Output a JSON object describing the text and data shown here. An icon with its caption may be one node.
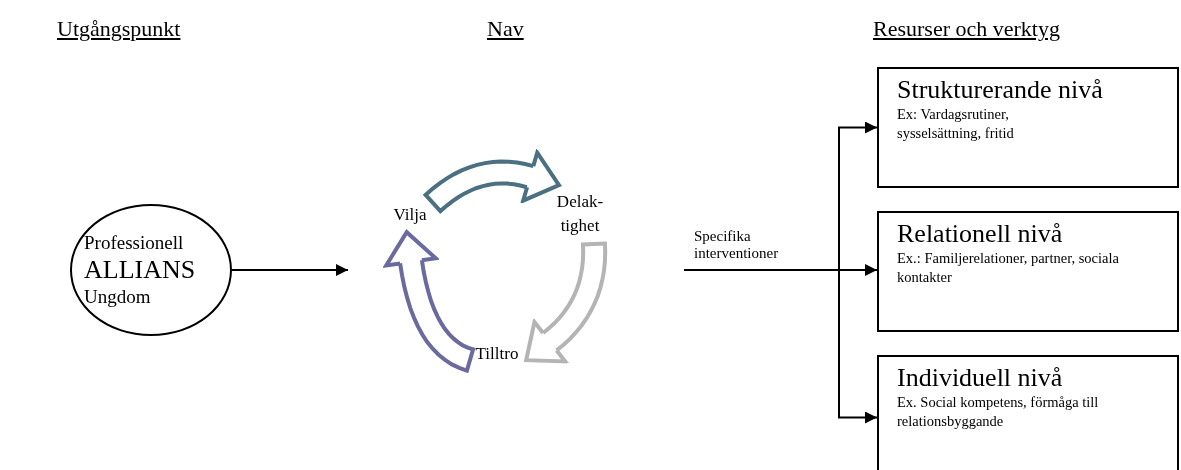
{
  "diagram": {
    "nodes": [
      {
        "text": [
          "Professionell",
          "ALLIANS",
          "Ungdom"
        ]
      },
      {
        "text": [
          "Vilja"
        ]
      },
      {
        "text": [
          "Delak- tighet"
        ]
      },
      {
        "text": [
          "Tilltro"
        ]
      },
      {
        "text": [
          "Strukturerande nivå",
          "Ex: Vardagsrutiner, sysselsättning, fritid"
        ]
      },
      {
        "text": [
          "Relationell nivå",
          "Ex.: Familjerelationer, partner, sociala kontakter"
        ]
      },
      {
        "text": [
          "Individuell nivå",
          "Ex. Social kompetens, förmåga till relationsbyggande"
        ]
      }
    ],
    "edges": [
      {
        "from": 0,
        "to": null,
        "arrow": "to"
      },
      {
        "from": 1,
        "to": 2,
        "arrow": "to",
        "style": "thick",
        "color": "#4a7082"
      },
      {
        "from": 2,
        "to": 3,
        "arrow": "to",
        "style": "thick",
        "color": "#b4b4b4"
      },
      {
        "from": 3,
        "to": 1,
        "arrow": "to",
        "style": "thick",
        "color": "#6a6a9e"
      },
      {
        "from": null,
        "to": 4,
        "arrow": "to"
      },
      {
        "from": null,
        "to": 5,
        "arrow": "to",
        "label": "Specifika interventioner"
      },
      {
        "from": null,
        "to": 6,
        "arrow": "to"
      }
    ],
    "labels": [
      "Utgångspunkt",
      "Nav",
      "Resurser och verktyg"
    ]
  }
}
